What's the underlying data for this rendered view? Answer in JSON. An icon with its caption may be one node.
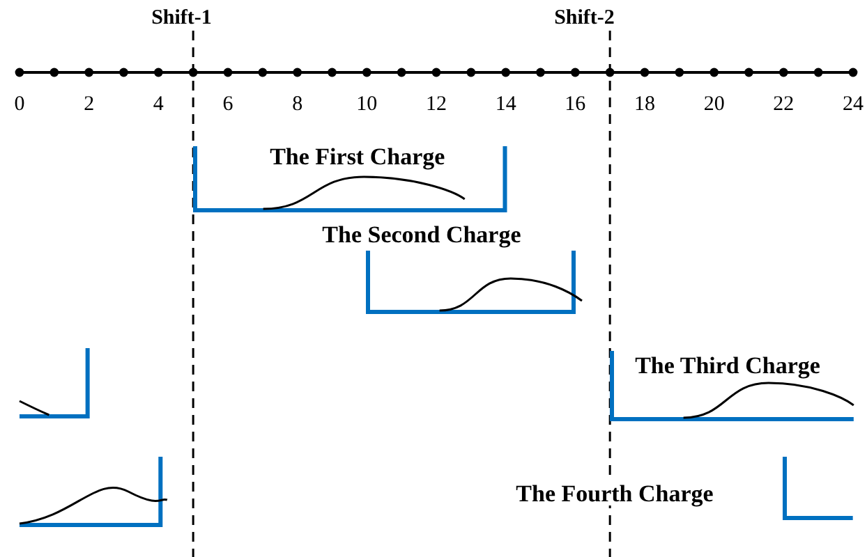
{
  "diagram": {
    "nodes": [
      {
        "text": [
          "The First Charge"
        ]
      },
      {
        "text": [
          "The Second Charge"
        ]
      },
      {
        "text": [],
        "shape": "box"
      },
      {
        "text": [
          "The Third Charge"
        ]
      },
      {
        "text": [],
        "shape": "box"
      },
      {
        "text": [
          "The Fourth Charge"
        ]
      }
    ],
    "edges": [],
    "labels": [
      "Shift-1",
      "Shift-2",
      "0",
      "2",
      "4",
      "6",
      "8",
      "10",
      "12",
      "14",
      "16",
      "18",
      "20",
      "22",
      "24"
    ]
  }
}
